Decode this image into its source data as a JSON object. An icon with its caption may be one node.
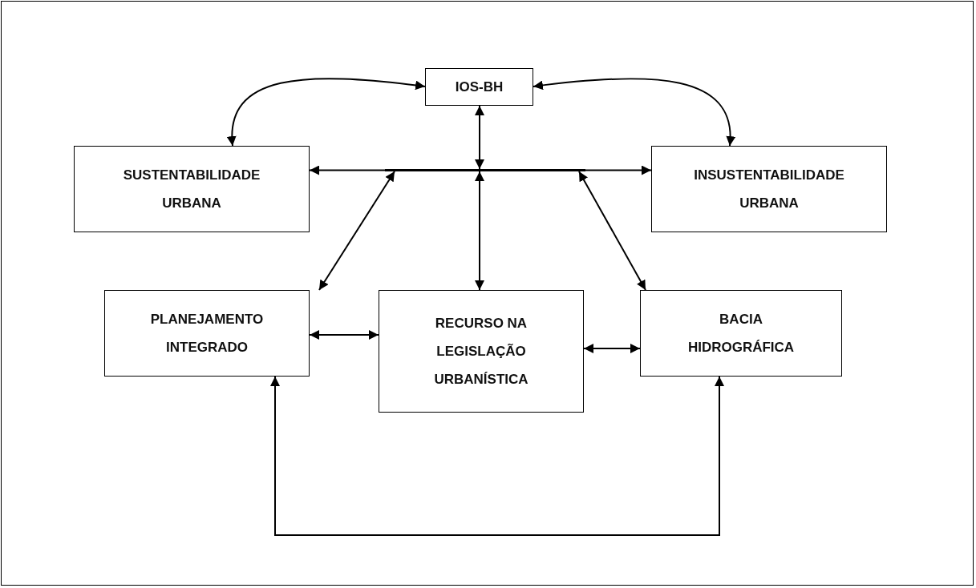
{
  "diagram": {
    "nodes": [
      {
        "text": [
          "IOS-BH"
        ]
      },
      {
        "text": [
          "SUSTENTABILIDADE URBANA"
        ]
      },
      {
        "text": [
          "INSUSTENTABILIDADE URBANA"
        ]
      },
      {
        "text": [
          "PLANEJAMENTO INTEGRADO"
        ]
      },
      {
        "text": [
          "RECURSO NA LEGISLAÇÃO URBANÍSTICA"
        ]
      },
      {
        "text": [
          "BACIA HIDROGRÁFICA"
        ]
      },
      {
        "text": [],
        "shape": "bar"
      }
    ],
    "edges": [
      {
        "from": 0,
        "to": 1,
        "arrow": "both"
      },
      {
        "from": 0,
        "to": 2,
        "arrow": "both"
      },
      {
        "from": 0,
        "to": 6,
        "arrow": "both"
      },
      {
        "from": 6,
        "to": 1,
        "arrow": "to"
      },
      {
        "from": 6,
        "to": 2,
        "arrow": "to"
      },
      {
        "from": 6,
        "to": 3,
        "arrow": "both"
      },
      {
        "from": 6,
        "to": 4,
        "arrow": "both"
      },
      {
        "from": 6,
        "to": 5,
        "arrow": "both"
      },
      {
        "from": 3,
        "to": 4,
        "arrow": "both"
      },
      {
        "from": 4,
        "to": 5,
        "arrow": "both"
      },
      {
        "from": 3,
        "to": 5,
        "arrow": "both"
      }
    ]
  }
}
